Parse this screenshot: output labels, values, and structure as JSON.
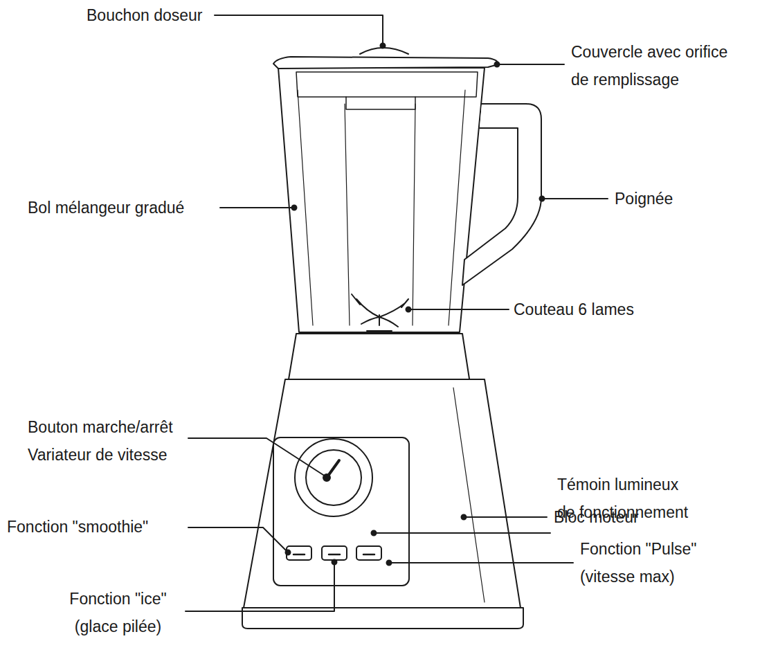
{
  "diagram": {
    "labels": [
      "Bouchon doseur",
      "Couvercle avec orifice de remplissage",
      "Bol mélangeur gradué",
      "Poignée",
      "Couteau 6 lames",
      "Bouton marche/arrêt Variateur de vitesse",
      "Bloc moteur",
      "Témoin lumineux de fonctionnement",
      "Fonction \"smoothie\"",
      "Fonction \"Pulse\" (vitesse max)",
      "Fonction \"ice\" (glace pilée)"
    ]
  }
}
